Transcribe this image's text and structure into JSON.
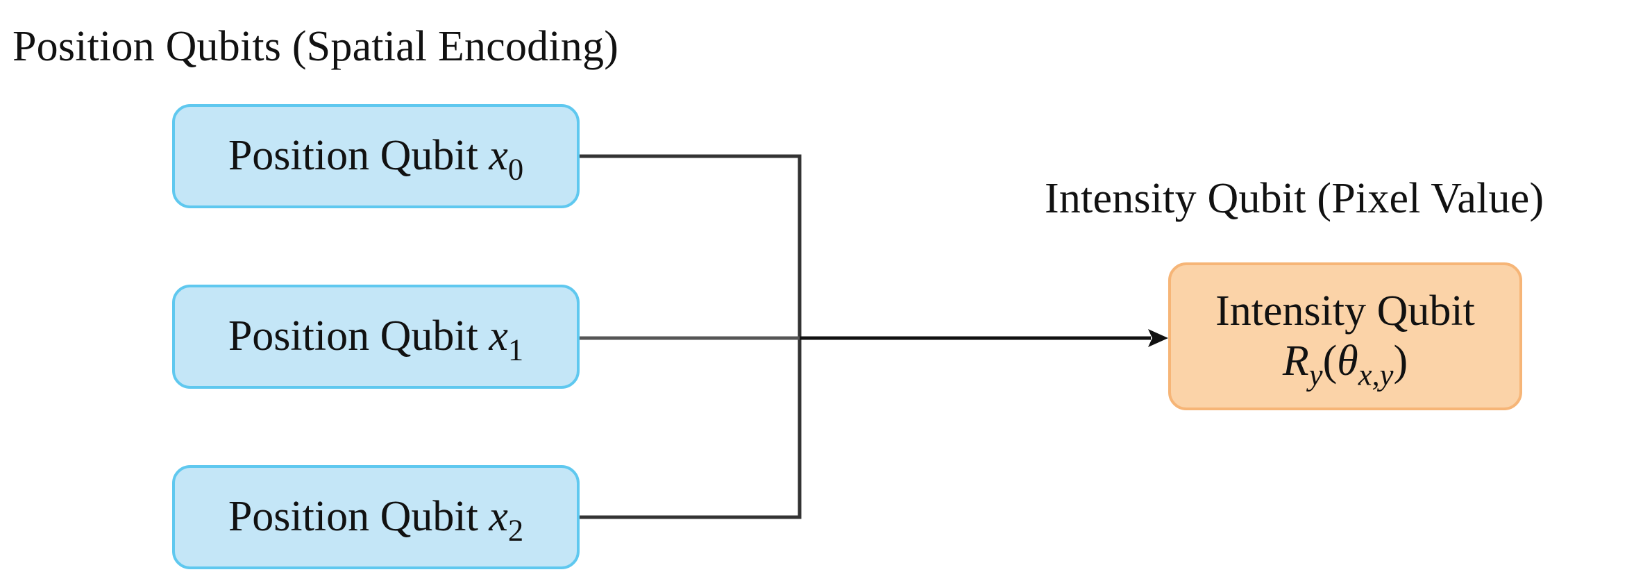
{
  "groups": {
    "position_label": "Position Qubits (Spatial Encoding)",
    "intensity_label": "Intensity Qubit (Pixel Value)"
  },
  "position_qubits": [
    {
      "label": "Position Qubit",
      "var": "x",
      "sub": "0"
    },
    {
      "label": "Position Qubit",
      "var": "x",
      "sub": "1"
    },
    {
      "label": "Position Qubit",
      "var": "x",
      "sub": "2"
    }
  ],
  "intensity_qubit": {
    "label": "Intensity Qubit",
    "gate": "R",
    "gate_sub": "y",
    "open": "(",
    "theta": "θ",
    "theta_sub": "x,y",
    "close": ")"
  },
  "colors": {
    "position_fill": "#c4e6f7",
    "position_border": "#5fc8ef",
    "intensity_fill": "#fbd3a8",
    "intensity_border": "#f6b577",
    "wire": "#333333",
    "arrow": "#111111"
  }
}
